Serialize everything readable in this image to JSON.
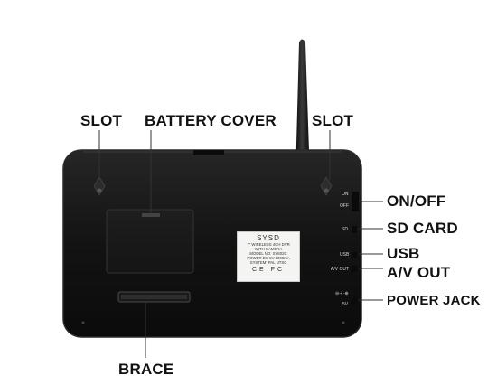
{
  "callouts": {
    "slot_left": "SLOT",
    "battery_cover": "BATTERY COVER",
    "slot_right": "SLOT",
    "on_off": "ON/OFF",
    "sd_card": "SD CARD",
    "usb": "USB",
    "av_out": "A/V OUT",
    "power_jack": "POWER JACK",
    "brace": "BRACE"
  },
  "port_labels": {
    "on": "ON",
    "off": "OFF",
    "sd": "SD",
    "usb": "USB",
    "av_out": "A/V OUT",
    "power_symbol": "⊖-◐-⊕",
    "voltage": "5V"
  },
  "sticker": {
    "brand": "SYSD",
    "line1": "7\" WIRELESS 4CH DVR",
    "line2": "WITH CAMERA",
    "line3": "MODEL NO: SY802C",
    "line4": "POWER DC 5V 1000mA",
    "line5": "SYSTEM: PAL NTSC",
    "marks": "CE FC"
  },
  "colors": {
    "device_body": "#141414",
    "device_edge": "#2a2a2a",
    "callout_text": "#111111",
    "leader_line": "#333333"
  }
}
